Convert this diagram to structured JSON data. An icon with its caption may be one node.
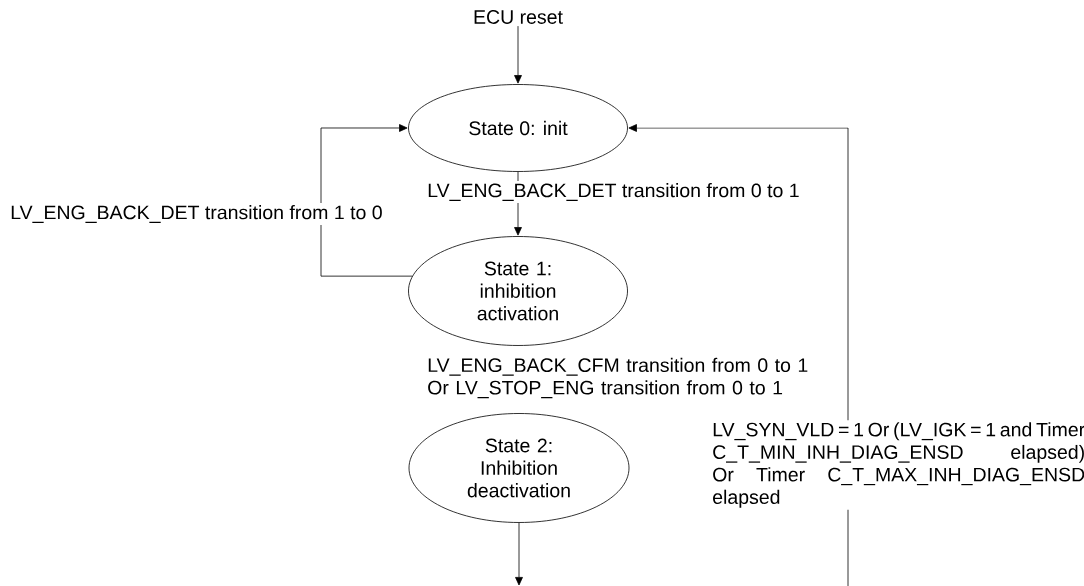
{
  "diagram": {
    "nodes": [
      {
        "text": [
          "ECU reset"
        ]
      },
      {
        "text": [
          "State 0: init"
        ]
      },
      {
        "text": [
          "State 1: inhibition activation"
        ]
      },
      {
        "text": [
          "State 2: Inhibition deactivation"
        ]
      }
    ],
    "edges": [
      {
        "from": 0,
        "to": 1,
        "arrow": "to"
      },
      {
        "from": 1,
        "to": 2,
        "arrow": "to",
        "label": "LV_ENG_BACK_DET transition from 0 to 1"
      },
      {
        "from": 2,
        "to": 1,
        "arrow": "to",
        "label": "LV_ENG_BACK_DET transition from 1 to 0"
      },
      {
        "from": 3,
        "to": null,
        "arrow": "to"
      },
      {
        "from": null,
        "to": 1,
        "arrow": "to",
        "label": "LV_SYN_VLD = 1 Or (LV_IGK = 1 and Timer C_T_MIN_INH_DIAG_ENSD elapsed) Or Timer C_T_MAX_INH_DIAG_ENSD elapsed"
      }
    ],
    "labels": [
      "LV_ENG_BACK_CFM transition from 0 to 1 Or LV_STOP_ENG transition from 0 to 1"
    ]
  }
}
